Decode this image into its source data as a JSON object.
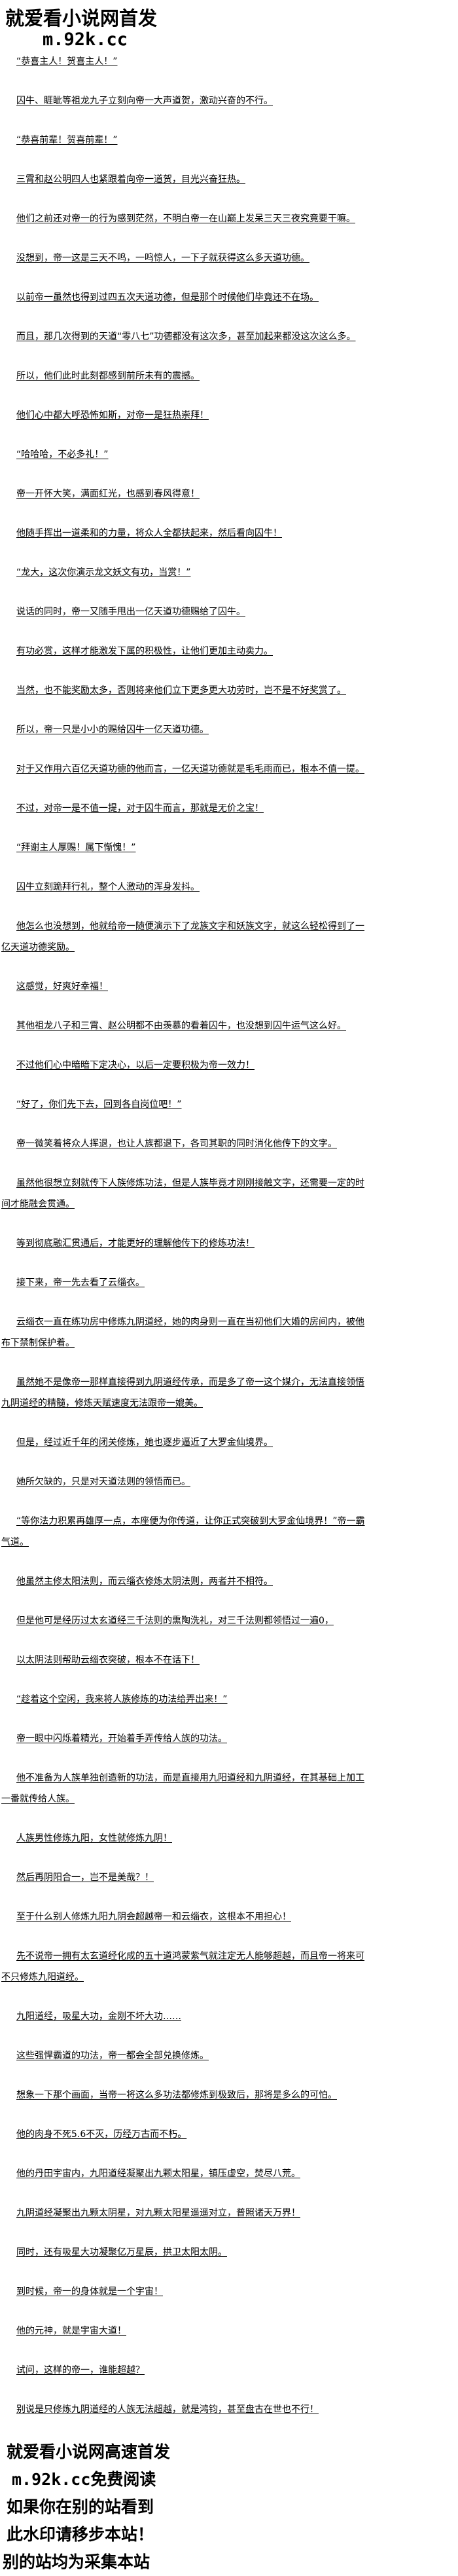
{
  "watermark_top": {
    "line1": "就爱看小说网首发",
    "line2": "m.92k.cc"
  },
  "paragraphs": [
    "“恭喜主人！贺喜主人！”",
    "囚牛、睚眦等祖龙九子立刻向帝一大声道贺，激动兴奋的不行。",
    "“恭喜前辈！贺喜前辈！”",
    "三霄和赵公明四人也紧跟着向帝一道贺，目光兴奋狂热。",
    "他们之前还对帝一的行为感到茫然，不明白帝一在山巅上发呆三天三夜究竟要干嘛。",
    "没想到，帝一这是三天不鸣，一鸣惊人，一下子就获得这么多天道功德。",
    "以前帝一虽然也得到过四五次天道功德，但是那个时候他们毕竟还不在场。",
    "而且，那几次得到的天道“零八七”功德都没有这次多，甚至加起来都没这次这么多。",
    "所以，他们此时此刻都感到前所未有的震撼。",
    "他们心中都大呼恐怖如斯，对帝一是狂热崇拜！",
    "“哈哈哈，不必多礼！”",
    "帝一开怀大笑，满面红光，也感到春风得意！",
    "他随手挥出一道柔和的力量，将众人全都扶起来，然后看向囚牛！",
    "“龙大，这次你演示龙文妖文有功，当赏！”",
    "说话的同时，帝一又随手甩出一亿天道功德赐给了囚牛。",
    "有功必赏，这样才能激发下属的积极性，让他们更加主动卖力。",
    "当然，也不能奖励太多，否则将来他们立下更多更大功劳时，岂不是不好奖赏了。",
    "所以，帝一只是小小的赐给囚牛一亿天道功德。",
    "对于又作用六百亿天道功德的他而言，一亿天道功德就是毛毛雨而已，根本不值一提。",
    "不过，对帝一是不值一提，对于囚牛而言，那就是无价之宝！",
    "“拜谢主人厚赐！属下惭愧！”",
    "囚牛立刻跪拜行礼，整个人激动的浑身发抖。",
    "他怎么也没想到，他就给帝一随便演示下了龙族文字和妖族文字，就这么轻松得到了一亿天道功德奖励。",
    "这感觉，好爽好幸福！",
    "其他祖龙八子和三霄、赵公明都不由羡慕的看着囚牛，也没想到囚牛运气这么好。",
    "不过他们心中暗暗下定决心，以后一定要积极为帝一效力！",
    "“好了，你们先下去，回到各自岗位吧！”",
    "帝一微笑着将众人挥退，也让人族都退下，各司其职的同时消化他传下的文字。",
    "虽然他很想立刻就传下人族修炼功法，但是人族毕竟才刚刚接触文字，还需要一定的时间才能融会贯通。",
    "等到彻底融汇贯通后，才能更好的理解他传下的修炼功法！",
    "接下来，帝一先去看了云缁衣。",
    "云缁衣一直在练功房中修炼九阴道经，她的肉身则一直在当初他们大婚的房间内，被他布下禁制保护着。",
    "虽然她不是像帝一那样直接得到九阴道经传承，而是多了帝一这个媒介，无法直接领悟九阴道经的精髓，修炼天赋速度无法跟帝一媲美。",
    "但是，经过近千年的闭关修炼，她也逐步逼近了大罗金仙境界。",
    "她所欠缺的，只是对天道法则的领悟而已。",
    "“等你法力积累再雄厚一点，本座便为你传道，让你正式突破到大罗金仙境界！”帝一霸气道。",
    "他虽然主修太阳法则，而云缁衣修炼太阴法则，两者并不相符。",
    "但是他可是经历过太玄道经三千法则的熏陶洗礼，对三千法则都领悟过一遍0，",
    "以太阴法则帮助云缁衣突破，根本不在话下！",
    "“趁着这个空闲，我来将人族修炼的功法给弄出来！”",
    "帝一眼中闪烁着精光，开始着手弄传给人族的功法。",
    "他不准备为人族单独创造新的功法，而是直接用九阳道经和九阴道经，在其基础上加工一番就传给人族。",
    "人族男性修炼九阳，女性就修炼九阴！",
    "然后再阴阳合一，岂不是美哉？！",
    "至于什么别人修炼九阳九阴会超越帝一和云缁衣，这根本不用担心！",
    "先不说帝一拥有太玄道经化成的五十道鸿蒙紫气就注定无人能够超越，而且帝一将来可不只修炼九阳道经。",
    "九阳道经，吸星大功，金刚不坏大功……",
    "这些强悍霸道的功法，帝一都会全部兑换修炼。",
    "想象一下那个画面，当帝一将这么多功法都修炼到极致后，那将是多么的可怕。",
    "他的肉身不死5.6不灭，历经万古而不朽。",
    "他的丹田宇宙内，九阳道经凝聚出九颗太阳星，镇压虚空，焚尽八荒。",
    "九阴道经凝聚出九颗太阴星，对九颗太阳星遥遥对立，普照诸天万界！",
    "同时，还有吸星大功凝聚亿万星辰，拱卫太阳太阴。",
    "到时候，帝一的身体就是一个宇宙！",
    "他的元神，就是宇宙大道！",
    "试问，这样的帝一，谁能超越？",
    "别说是只修炼九阴道经的人族无法超越，就是鸿钧，甚至盘古在世也不行！"
  ],
  "watermark_bottom": {
    "line1": "就爱看小说网高速首发",
    "line2": "m.92k.cc免费阅读",
    "line3": "如果你在别的站看到",
    "line4": "此水印请移步本站！",
    "line5": "别的站均为采集本站"
  }
}
